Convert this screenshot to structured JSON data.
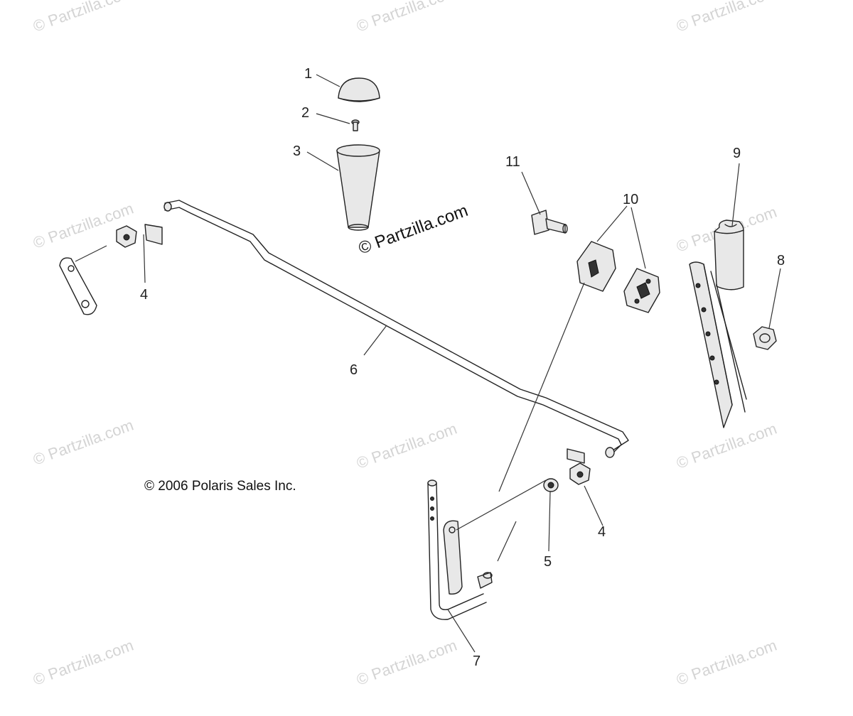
{
  "callouts": {
    "c1": "1",
    "c2": "2",
    "c3": "3",
    "c4a": "4",
    "c4b": "4",
    "c5": "5",
    "c6": "6",
    "c7": "7",
    "c8": "8",
    "c9": "9",
    "c10": "10",
    "c11": "11"
  },
  "copyright": "© 2006 Polaris Sales Inc.",
  "brand": "© Partzilla.com",
  "watermark": "© Partzilla.com",
  "colors": {
    "line": "#222222",
    "watermark": "#d4d4d4",
    "background": "#ffffff"
  }
}
